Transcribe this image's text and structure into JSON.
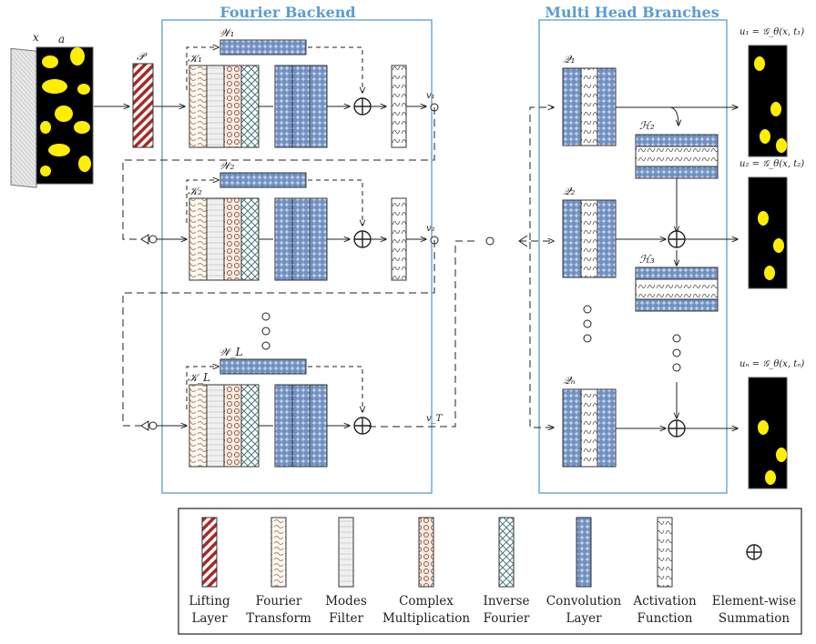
{
  "sections": {
    "fourier_backend": "Fourier Backend",
    "multi_head": "Multi Head Branches"
  },
  "inputs": {
    "x": "x",
    "a": "a"
  },
  "lifting": "𝒫",
  "fourier_layers": [
    {
      "W": "𝒲₁",
      "K": "𝒦₁",
      "v": "v₁"
    },
    {
      "W": "𝒲₂",
      "K": "𝒦₂",
      "v": "v₂"
    },
    {
      "W": "𝒲_L",
      "K": "𝒦_L",
      "v": "v_T"
    }
  ],
  "heads": [
    {
      "Q": "𝒬₁",
      "out": "u₁ = 𝒢_θ(x, t₁)"
    },
    {
      "Q": "𝒬₂",
      "out": "u₂ = 𝒢_θ(x, t₂)"
    },
    {
      "Q": "𝒬ₙ",
      "out": "uₙ = 𝒢_θ(x, tₙ)"
    }
  ],
  "hidden": [
    "ℋ₂",
    "ℋ₃"
  ],
  "legend": [
    {
      "key": "lifting",
      "line1": "Lifting",
      "line2": "Layer"
    },
    {
      "key": "fourier",
      "line1": "Fourier",
      "line2": "Transform"
    },
    {
      "key": "modes",
      "line1": "Modes",
      "line2": "Filter"
    },
    {
      "key": "complex",
      "line1": "Complex",
      "line2": "Multiplication"
    },
    {
      "key": "inverse",
      "line1": "Inverse",
      "line2": "Fourier"
    },
    {
      "key": "conv",
      "line1": "Convolution",
      "line2": "Layer"
    },
    {
      "key": "activation",
      "line1": "Activation",
      "line2": "Function"
    },
    {
      "key": "sum",
      "line1": "Element-wise",
      "line2": "Summation"
    }
  ],
  "colors": {
    "section_title": "#5b9bd5",
    "frame": "#6fa8dc",
    "lifting": "#a52a2a",
    "fourier": "#b08968",
    "complex": "#9c5a3c",
    "inverse": "#4a7a80",
    "conv": "#4a6fa5",
    "field_bg": "#000000",
    "field_fg": "#ffee00"
  }
}
